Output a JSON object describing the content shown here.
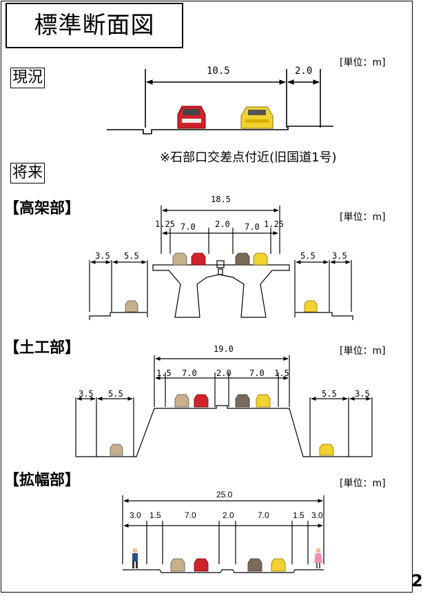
{
  "title": "標準断面図",
  "unit": "[単位：m]",
  "page_number": "2",
  "current": {
    "label": "現況",
    "widths": [
      "10.5",
      "2.0"
    ],
    "note": "※石部口交差点付近(旧国道1号)"
  },
  "future": {
    "label": "将来"
  },
  "elevated": {
    "label": "【高架部】",
    "total": "18.5",
    "dims": [
      "1.25",
      "7.0",
      "2.0",
      "7.0",
      "1.25"
    ],
    "left_side": [
      "3.5",
      "5.5"
    ],
    "right_side": [
      "5.5",
      "3.5"
    ]
  },
  "earthwork": {
    "label": "【土工部】",
    "total": "19.0",
    "dims": [
      "1.5",
      "7.0",
      "2.0",
      "7.0",
      "1.5"
    ],
    "left_side": [
      "3.5",
      "5.5"
    ],
    "right_side": [
      "5.5",
      "3.5"
    ]
  },
  "widening": {
    "label": "【拡幅部】",
    "total": "25.0",
    "dims": [
      "3.0",
      "1.5",
      "7.0",
      "2.0",
      "7.0",
      "1.5",
      "3.0"
    ]
  },
  "colors": {
    "red_car": "#d0222a",
    "yellow_car": "#f2d230",
    "beige_car": "#c8b08a",
    "pink_person": "#f08fb8",
    "blue_person": "#2a4b8c"
  }
}
